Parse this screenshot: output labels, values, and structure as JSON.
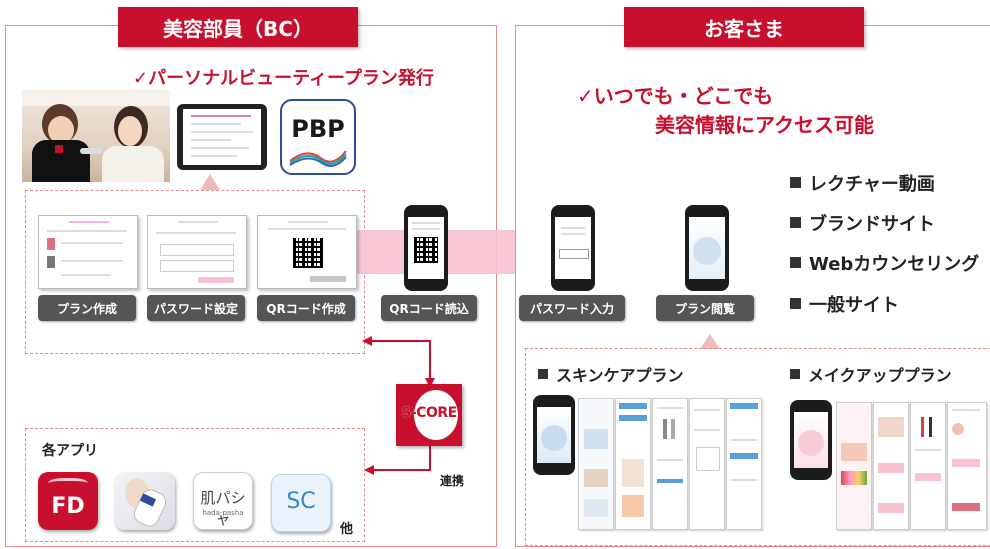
{
  "left_panel": {
    "header": "美容部員（BC）",
    "subtitle": "✓パーソナルビューティープラン発行",
    "logo_text": "PBP",
    "steps": [
      {
        "label": "プラン作成"
      },
      {
        "label": "パスワード設定"
      },
      {
        "label": "QRコード作成"
      }
    ],
    "apps_title": "各アプリ",
    "apps": [
      {
        "name": "FD",
        "icon": "fd-app-icon"
      },
      {
        "name": "",
        "icon": "device-app-icon"
      },
      {
        "name": "肌パシャ",
        "sub": "hada-pasha",
        "icon": "hada-pasha-app-icon"
      },
      {
        "name": "SC",
        "icon": "sc-app-icon"
      }
    ],
    "apps_more": "他",
    "score_logo": "S-CORE",
    "link_label": "連携"
  },
  "middle": {
    "qr_read_label": "QRコード読込"
  },
  "right_panel": {
    "header": "お客さま",
    "headline_line1": "✓いつでも・どこでも",
    "headline_line2": "美容情報にアクセス可能",
    "steps": [
      {
        "label": "パスワード入力"
      },
      {
        "label": "プラン閲覧"
      }
    ],
    "features": [
      "レクチャー動画",
      "ブランドサイト",
      "Webカウンセリング",
      "一般サイト"
    ],
    "skincare_title": "スキンケアプラン",
    "makeup_title": "メイクアッププラン"
  },
  "colors": {
    "accent": "#c8102e",
    "arrow": "#f7c3cf",
    "border": "#e48c8c"
  }
}
